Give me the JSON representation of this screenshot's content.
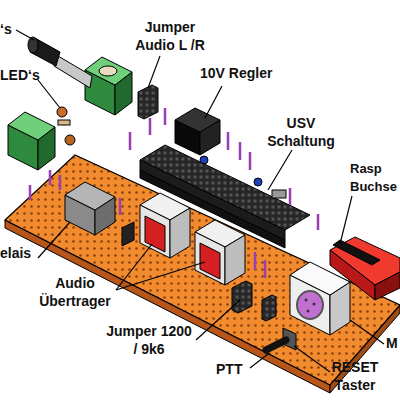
{
  "diagram": {
    "labels": [
      "‘s",
      "LED‘s",
      "Jumper Audio L /R",
      "10V Regler",
      "USV Schaltung",
      "Rasp Buchse",
      "elais",
      "Audio Übertrager",
      "Jumper 1200 / 9k6",
      "PTT",
      "RESET Taster",
      "M"
    ]
  }
}
